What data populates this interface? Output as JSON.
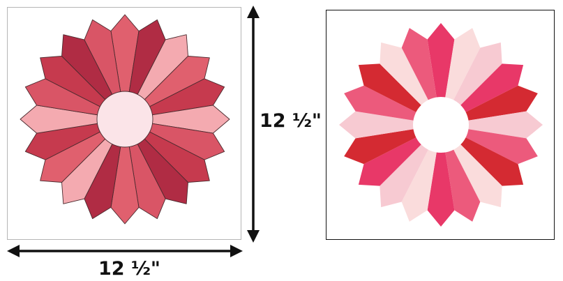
{
  "dimensions": {
    "vertical_label": "12 ½\"",
    "horizontal_label": "12 ½\""
  },
  "illustrations": [
    {
      "name": "dresden-plate-block-drawing",
      "petal_count": 20,
      "outline": "#4a2a2e",
      "petal_colors": [
        "#e0606e",
        "#f4aab0",
        "#c63a4e",
        "#d95566",
        "#b02c44"
      ],
      "center_color": "#fbe4e8"
    },
    {
      "name": "dresden-plate-block-fabric",
      "petal_count": 20,
      "petal_colors": [
        "#e83868",
        "#f7cad2",
        "#d42a32",
        "#ec5a7c",
        "#fadcdc"
      ],
      "center_color": "#ffffff"
    }
  ]
}
